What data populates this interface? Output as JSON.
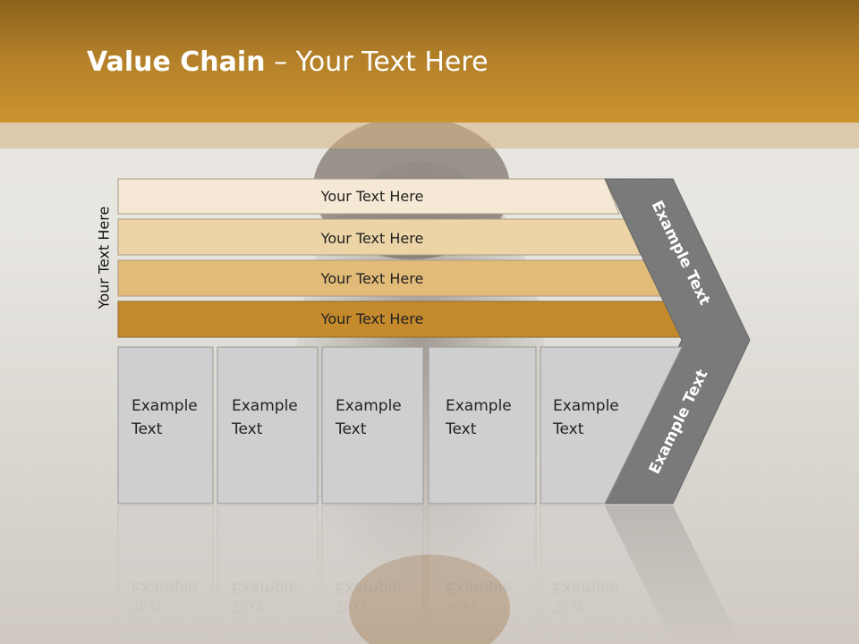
{
  "title": {
    "bold": "Value Chain",
    "rest": " – Your Text Here"
  },
  "side_label": "Your Text Here",
  "bars": [
    {
      "label": "Your Text Here",
      "color": "#f5e9d6"
    },
    {
      "label": "Your Text Here",
      "color": "#ecd4a6"
    },
    {
      "label": "Your Text Here",
      "color": "#e3bb79"
    },
    {
      "label": "Your Text Here",
      "color": "#c48a2c"
    }
  ],
  "boxes": [
    {
      "line1": "Example",
      "line2": "Text"
    },
    {
      "line1": "Example",
      "line2": "Text"
    },
    {
      "line1": "Example",
      "line2": "Text"
    },
    {
      "line1": "Example",
      "line2": "Text"
    },
    {
      "line1": "Example",
      "line2": "Text"
    }
  ],
  "chevron": {
    "top_label": "Example Text",
    "bottom_label": "Example Text",
    "color": "#7a7a7a"
  },
  "colors": {
    "header": "#c8902e",
    "box_fill": "#cfcfcf",
    "box_border": "#9a9a9a"
  }
}
